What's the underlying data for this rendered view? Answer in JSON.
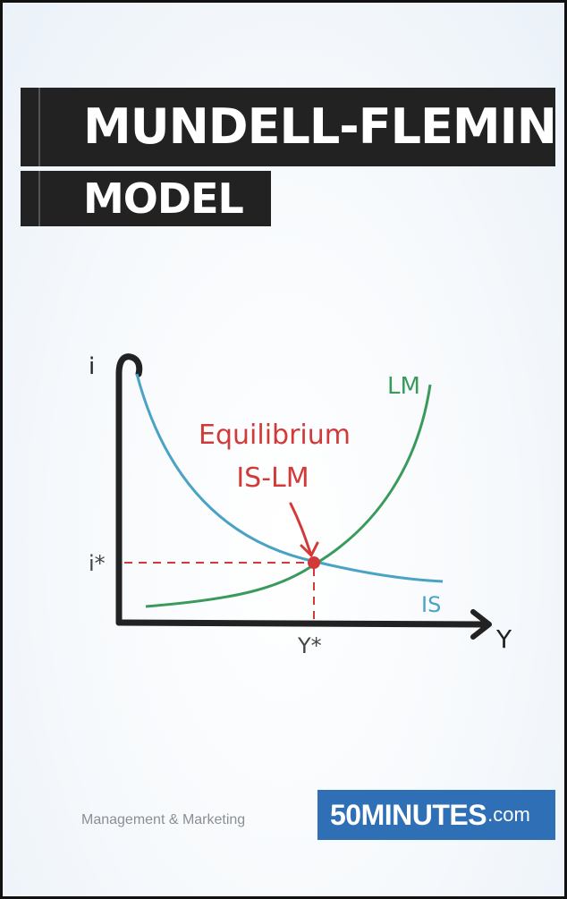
{
  "cover": {
    "title_line_1": "MUNDELL-FLEMING",
    "title_line_2": "MODEL"
  },
  "diagram": {
    "y_axis_label": "i",
    "x_axis_label": "Y",
    "i_star_label": "i*",
    "y_star_label": "Y*",
    "lm_label": "LM",
    "is_label": "IS",
    "annotation_line_1": "Equilibrium",
    "annotation_line_2": "IS-LM",
    "colors": {
      "is_curve": "#4aa3c4",
      "lm_curve": "#3a9a5c",
      "equilibrium": "#d23a3a",
      "axis": "#222222"
    }
  },
  "footer": {
    "series": "Management & Marketing",
    "brand_main": "50MINUTES",
    "brand_suffix": ".com",
    "brand_color": "#2f6fb5"
  }
}
